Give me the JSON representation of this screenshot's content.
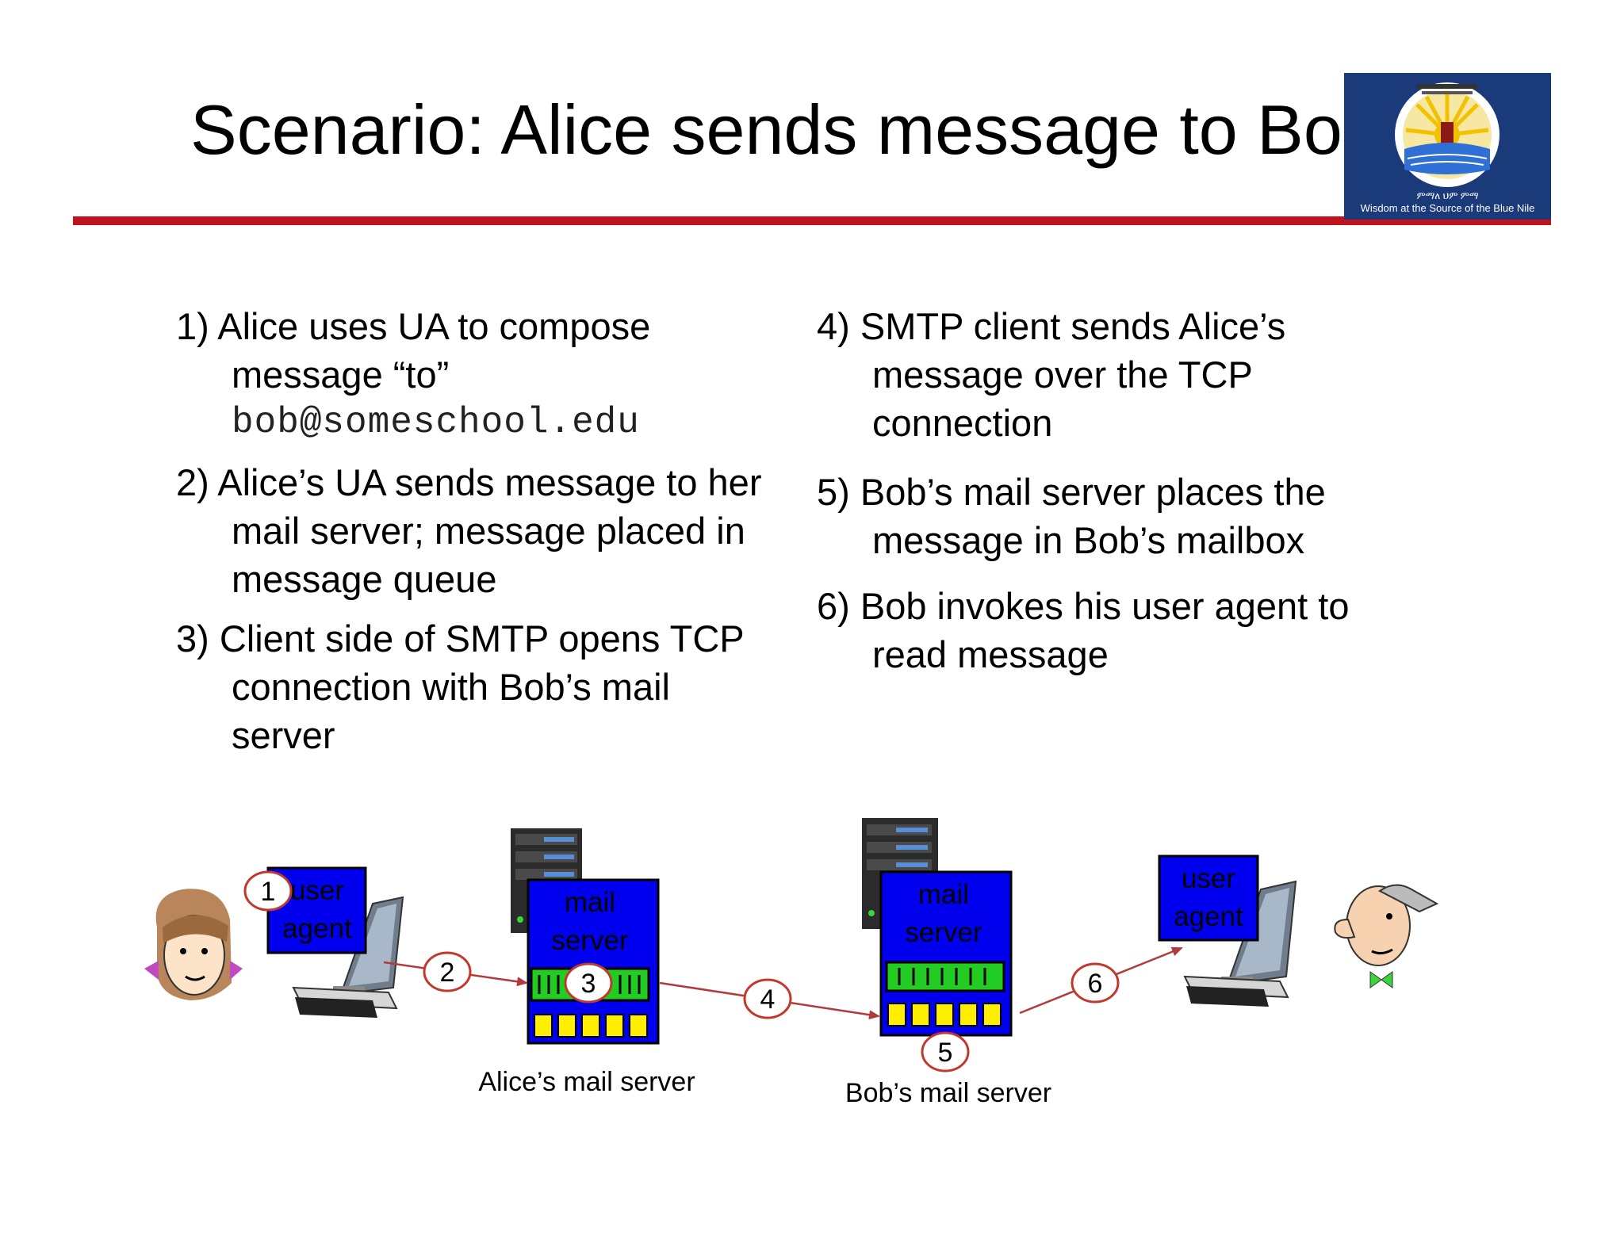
{
  "title": "Scenario: Alice sends message to Bob",
  "logo": {
    "caption": "Wisdom at the Source of the Blue Nile",
    "colors": {
      "background": "#1b3a7a",
      "sun": "#f2c200",
      "water": "#2f6fd6"
    }
  },
  "left_steps": [
    {
      "number": "1)",
      "text": "Alice uses UA to compose message “to”",
      "code": "bob@someschool.edu"
    },
    {
      "number": "2)",
      "text": "Alice’s UA sends message to her mail server; message placed in message queue"
    },
    {
      "number": "3)",
      "text": "Client side of SMTP opens TCP connection with Bob’s mail server"
    }
  ],
  "right_steps": [
    {
      "number": "4)",
      "lines": [
        "SMTP client sends Alice’s",
        "message over the TCP",
        "connection"
      ]
    },
    {
      "number": "5)",
      "lines": [
        "Bob’s mail server places the",
        "message in Bob’s mailbox"
      ]
    },
    {
      "number": "6)",
      "lines": [
        "Bob invokes his user agent to",
        "read message"
      ]
    }
  ],
  "diagram": {
    "alice_ua": {
      "line1": "user",
      "line2": "agent"
    },
    "alice_server": {
      "line1": "mail",
      "line2": "server",
      "caption": "Alice’s mail server"
    },
    "bob_server": {
      "line1": "mail",
      "line2": "server",
      "caption": "Bob’s mail server"
    },
    "bob_ua": {
      "line1": "user",
      "line2": "agent"
    },
    "markers": [
      "1",
      "2",
      "3",
      "4",
      "5",
      "6"
    ],
    "colors": {
      "box": "#0000ee",
      "queue": "#22cc22",
      "mailbox": "#ffee00",
      "arrow": "#b33a3a",
      "marker_border": "#c0392b"
    }
  }
}
